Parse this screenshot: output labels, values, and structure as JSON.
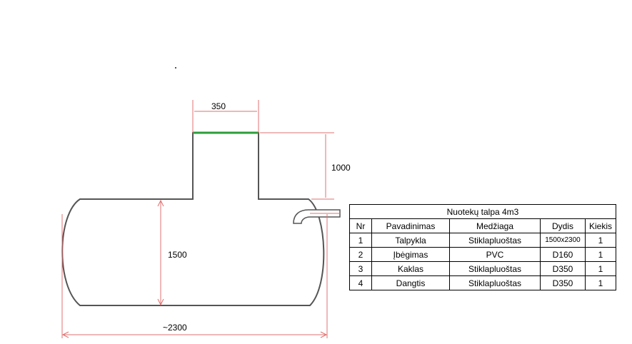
{
  "dimensions": {
    "neck_width": "350",
    "neck_height": "1000",
    "tank_height": "1500",
    "tank_length": "~2300"
  },
  "table": {
    "title": "Nuotekų talpa    4m3",
    "headers": [
      "Nr",
      "Pavadinimas",
      "Medžiaga",
      "Dydis",
      "Kiekis"
    ],
    "rows": [
      [
        "1",
        "Talpykla",
        "Stiklapluoštas",
        "1500x2300",
        "1"
      ],
      [
        "2",
        "Įbėgimas",
        "PVC",
        "D160",
        "1"
      ],
      [
        "3",
        "Kaklas",
        "Stiklapluoštas",
        "D350",
        "1"
      ],
      [
        "4",
        "Dangtis",
        "Stiklapluoštas",
        "D350",
        "1"
      ]
    ]
  },
  "colors": {
    "outline": "#555555",
    "lid": "#2e9e3a",
    "dimension": "#e07070"
  }
}
